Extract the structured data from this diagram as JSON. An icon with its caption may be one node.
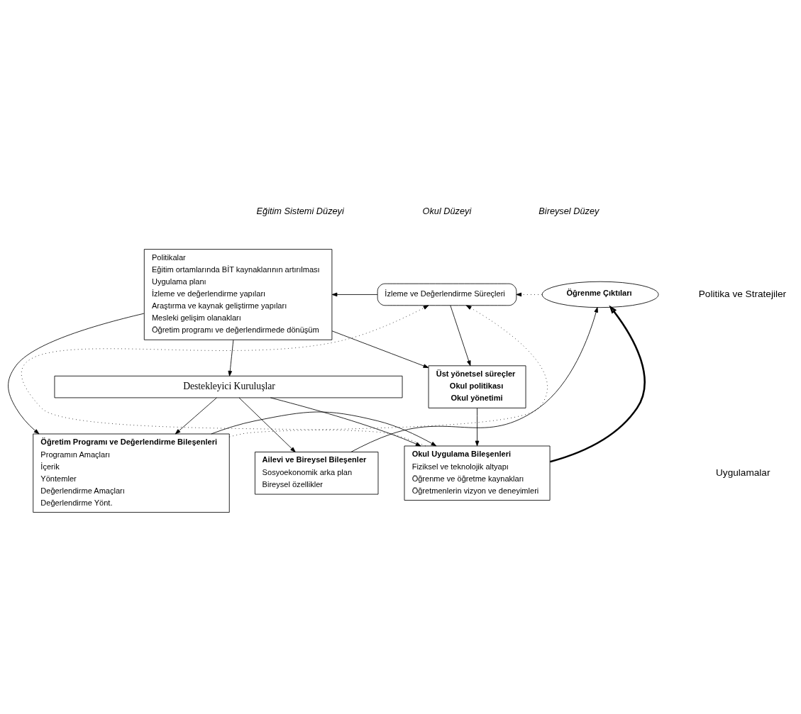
{
  "diagram": {
    "nodes": [
      {
        "text": [
          "Politikalar",
          "Eğitim ortamlarında BİT kaynaklarının artırılması",
          "Uygulama planı",
          "İzleme ve değerlendirme yapıları",
          "Araştırma ve kaynak geliştirme yapıları",
          "Mesleki gelişim olanakları",
          "Öğretim programı ve değerlendirmede dönüşüm"
        ]
      },
      {
        "text": [
          "İzleme ve Değerlendirme Süreçleri"
        ]
      },
      {
        "text": [
          "Öğrenme Çıktıları"
        ]
      },
      {
        "text": [
          "Üst yönetsel süreçler",
          "Okul politikası",
          "Okul yönetimi"
        ]
      },
      {
        "text": [
          "Öğretim Programı ve Değerlendirme Bileşenleri",
          "Programın Amaçları",
          "İçerik",
          "Yöntemler",
          "Değerlendirme Amaçları",
          "Değerlendirme Yönt."
        ]
      },
      {
        "text": [
          "Okul Uygulama Bileşenleri",
          "Fiziksel ve teknolojik altyapı",
          "Öğrenme ve öğretme kaynakları",
          "Öğretmenlerin vizyon ve deneyimleri"
        ]
      },
      {
        "text": [
          "Ailevi ve Bireysel Bileşenler",
          "Sosyoekonomik arka plan",
          "Bireysel özellikler"
        ]
      },
      {
        "text": [
          "Destekleyici Kuruluşlar"
        ]
      }
    ],
    "edges": [
      {
        "from": 1,
        "to": 0,
        "arrow": "to"
      },
      {
        "from": 1,
        "to": 3,
        "arrow": "to"
      },
      {
        "from": 4,
        "to": 1,
        "arrow": "to",
        "style": "dashed"
      },
      {
        "from": 5,
        "to": 1,
        "arrow": "to",
        "style": "dashed"
      },
      {
        "from": 2,
        "to": 1,
        "arrow": "to",
        "style": "dashed"
      },
      {
        "from": 5,
        "to": 2,
        "arrow": "to",
        "style": "thick"
      },
      {
        "from": 6,
        "to": 2,
        "arrow": "to"
      },
      {
        "from": 3,
        "to": 5,
        "arrow": "to"
      },
      {
        "from": 4,
        "to": 5,
        "arrow": "to"
      },
      {
        "from": 0,
        "to": 3,
        "arrow": "to"
      },
      {
        "from": 0,
        "to": 4,
        "arrow": "to"
      },
      {
        "from": 0,
        "to": 7,
        "arrow": "to"
      },
      {
        "from": 7,
        "to": 4,
        "arrow": "to"
      },
      {
        "from": 7,
        "to": 5,
        "arrow": "to"
      },
      {
        "from": 7,
        "to": 6,
        "arrow": "to"
      }
    ],
    "labels": [
      "Eğitim Sistemi Düzeyi",
      "Okul Düzeyi",
      "Bireysel Düzey",
      "Politika ve Stratejiler",
      "Uygulamalar"
    ]
  }
}
